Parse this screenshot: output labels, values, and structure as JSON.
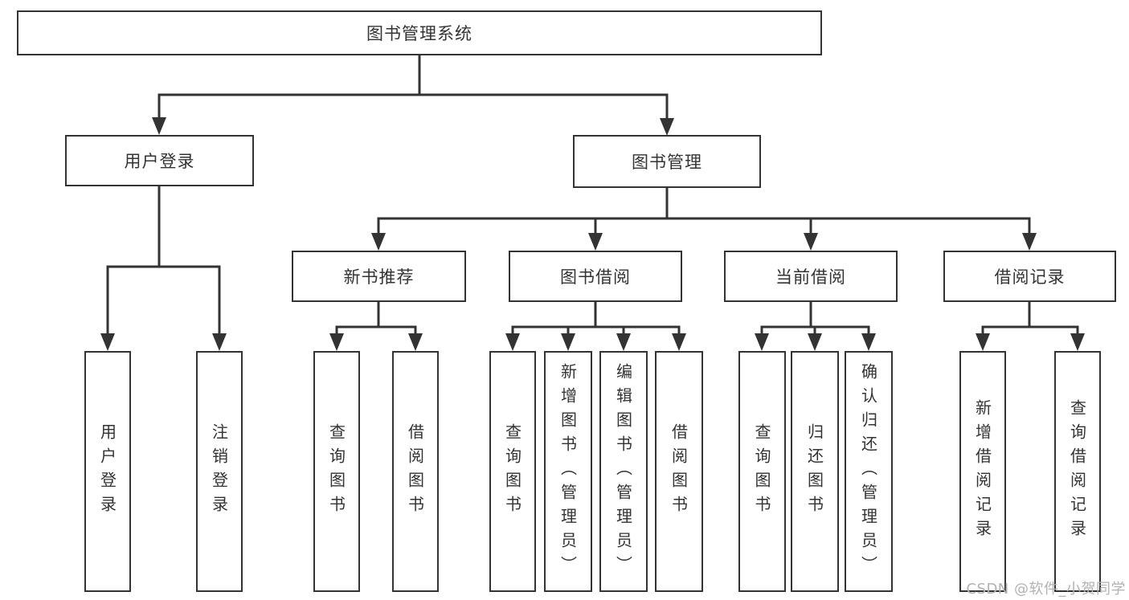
{
  "diagram": {
    "root": {
      "label": "图书管理系统"
    },
    "branches": [
      {
        "label": "用户登录",
        "children": [
          {
            "label": "用户登录"
          },
          {
            "label": "注销登录"
          }
        ]
      },
      {
        "label": "图书管理",
        "children": [
          {
            "label": "新书推荐",
            "children": [
              {
                "label": "查询图书"
              },
              {
                "label": "借阅图书"
              }
            ]
          },
          {
            "label": "图书借阅",
            "children": [
              {
                "label": "查询图书"
              },
              {
                "label": "新增图书（管理员）"
              },
              {
                "label": "编辑图书（管理员）"
              },
              {
                "label": "借阅图书"
              }
            ]
          },
          {
            "label": "当前借阅",
            "children": [
              {
                "label": "查询图书"
              },
              {
                "label": "归还图书"
              },
              {
                "label": "确认归还（管理员）"
              }
            ]
          },
          {
            "label": "借阅记录",
            "children": [
              {
                "label": "新增借阅记录"
              },
              {
                "label": "查询借阅记录"
              }
            ]
          }
        ]
      }
    ]
  },
  "watermark": {
    "text": "CSDN @软件_小贺同学"
  },
  "colors": {
    "line": "#333333",
    "box_border": "#333333",
    "text": "#333333",
    "watermark": "#b2b2b2",
    "background": "#ffffff"
  }
}
